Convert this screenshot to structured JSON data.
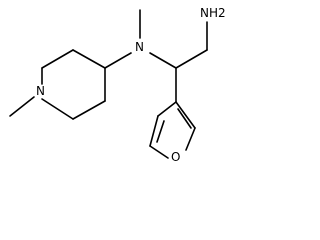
{
  "structure": {
    "labels": {
      "amine_nh2": "NH2",
      "tertiary_amine_n": "N",
      "piperidine_n": "N",
      "furan_o": "O"
    },
    "groups": {
      "n_methyl": "methyl",
      "piperidine_n_methyl": "methyl",
      "piperidine_ring": "piperidine",
      "furan_ring": "furan-3-yl",
      "aminoethyl": "aminoethyl"
    }
  },
  "colors": {
    "bond": "#000000",
    "label": "#000000",
    "background": "#ffffff"
  }
}
